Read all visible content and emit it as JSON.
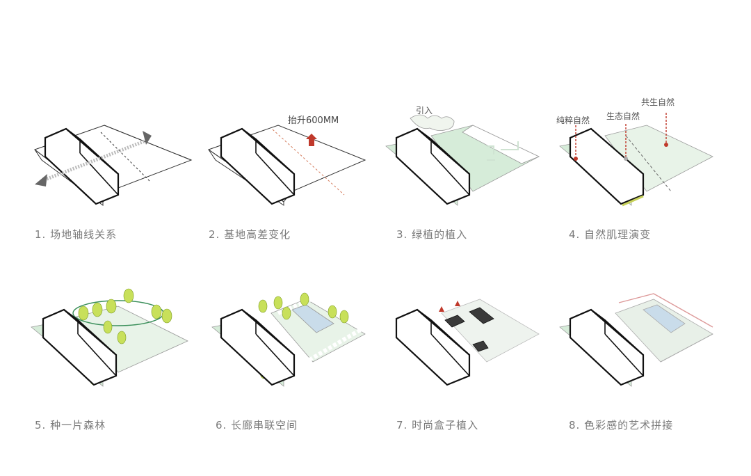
{
  "panels": [
    {
      "caption": "1. 场地轴线关系"
    },
    {
      "caption": "2. 基地高差变化",
      "note": "抬升600MM"
    },
    {
      "caption": "3. 绿植的植入",
      "note": "引入"
    },
    {
      "caption": "4. 自然肌理演变",
      "notes": [
        "纯粹自然",
        "生态自然",
        "共生自然"
      ]
    },
    {
      "caption": "5. 种一片森林"
    },
    {
      "caption": "6. 长廊串联空间"
    },
    {
      "caption": "7. 时尚盒子植入"
    },
    {
      "caption": "8. 色彩感的艺术拼接"
    }
  ],
  "colors": {
    "green": "#d6ecd9",
    "tree": "#c8e05a",
    "red": "#c0392b",
    "line": "#222222",
    "box": "#3a3a3a"
  }
}
